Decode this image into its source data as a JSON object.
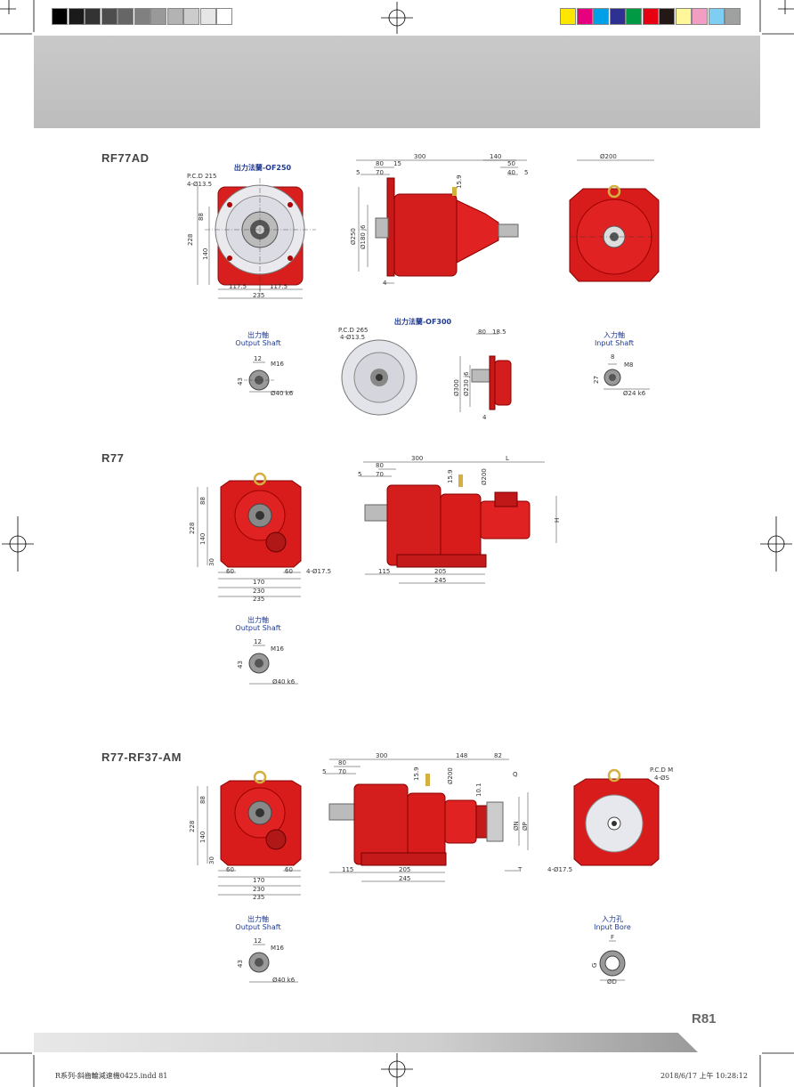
{
  "header": {
    "grayscale": [
      "#000000",
      "#1a1a1a",
      "#333333",
      "#4d4d4d",
      "#666666",
      "#808080",
      "#999999",
      "#b3b3b3",
      "#cccccc",
      "#e6e6e6",
      "#ffffff"
    ],
    "colors": [
      "#ffe600",
      "#e6007e",
      "#00a0e9",
      "#2e3192",
      "#009944",
      "#e60012",
      "#231815",
      "#fff799",
      "#f19ec2",
      "#7ecef4",
      "#9fa0a0"
    ]
  },
  "sections": [
    {
      "title": "RF77AD",
      "flange_caption": "出力法蘭-OF250",
      "flange2_caption": "出力法蘭-OF300",
      "output_caption": [
        "出力軸",
        "Output Shaft"
      ],
      "input_caption": [
        "入力軸",
        "Input Shaft"
      ],
      "dims": {
        "pcd": "P.C.D 215",
        "holes": "4-Ø13.5",
        "d88": "88",
        "d228": "228",
        "d140": "140",
        "d117a": "117.5",
        "d117b": "117.5",
        "d235": "235",
        "s300": "300",
        "s140": "140",
        "s80": "80",
        "s15": "15",
        "s70": "70",
        "s5a": "5",
        "s50": "50",
        "s40": "40",
        "s5b": "5",
        "s15_9": "15.9",
        "s250": "Ø250",
        "s180": "Ø180 j6",
        "s4": "4",
        "r200": "Ø200",
        "pcd2": "P.C.D 265",
        "holes2": "4-Ø13.5",
        "f80": "80",
        "f18_5": "18.5",
        "f300": "Ø300",
        "f230": "Ø230 j6",
        "f4": "4",
        "o12": "12",
        "oM16": "M16",
        "o43": "43",
        "o40": "Ø40 k6",
        "i8": "8",
        "iM8": "M8",
        "i27": "27",
        "i24": "Ø24 k6"
      }
    },
    {
      "title": "R77",
      "output_caption": [
        "出力軸",
        "Output Shaft"
      ],
      "dims": {
        "d228": "228",
        "d88": "88",
        "d140": "140",
        "d30": "30",
        "d60a": "60",
        "d60b": "60",
        "holes": "4-Ø17.5",
        "d170": "170",
        "d230": "230",
        "d235": "235",
        "s300": "300",
        "sL": "L",
        "s80": "80",
        "s5": "5",
        "s70": "70",
        "s15_9": "15.9",
        "s200": "Ø200",
        "sH": "H",
        "s115": "115",
        "s205": "205",
        "s245": "245",
        "o12": "12",
        "oM16": "M16",
        "o43": "43",
        "o40": "Ø40 k6"
      }
    },
    {
      "title": "R77-RF37-AM",
      "output_caption": [
        "出力軸",
        "Output Shaft"
      ],
      "input_caption": [
        "入力孔",
        "Input Bore"
      ],
      "dims": {
        "d88": "88",
        "d228": "228",
        "d140": "140",
        "d30": "30",
        "d60a": "60",
        "d60b": "60",
        "d170": "170",
        "d230": "230",
        "d235": "235",
        "s300": "300",
        "s148": "148",
        "s82": "82",
        "s80": "80",
        "s5": "5",
        "s70": "70",
        "s15_9": "15.9",
        "s200": "Ø200",
        "s10_1": "10.1",
        "sQ": "Q",
        "sN": "ØN",
        "sP": "ØP",
        "s115": "115",
        "s205": "205",
        "s245": "245",
        "sT": "T",
        "pcdM": "P.C.D M",
        "holesS": "4-ØS",
        "holes175": "4-Ø17.5",
        "o12": "12",
        "oM16": "M16",
        "o43": "43",
        "o40": "Ø40 k6",
        "bF": "F",
        "bG": "G",
        "bD": "ØD"
      }
    }
  ],
  "page_number": "R81",
  "footer": {
    "left": "R系列-斜齒輪減速機0425.indd   81",
    "right": "2018/6/17   上午 10:28:12"
  }
}
